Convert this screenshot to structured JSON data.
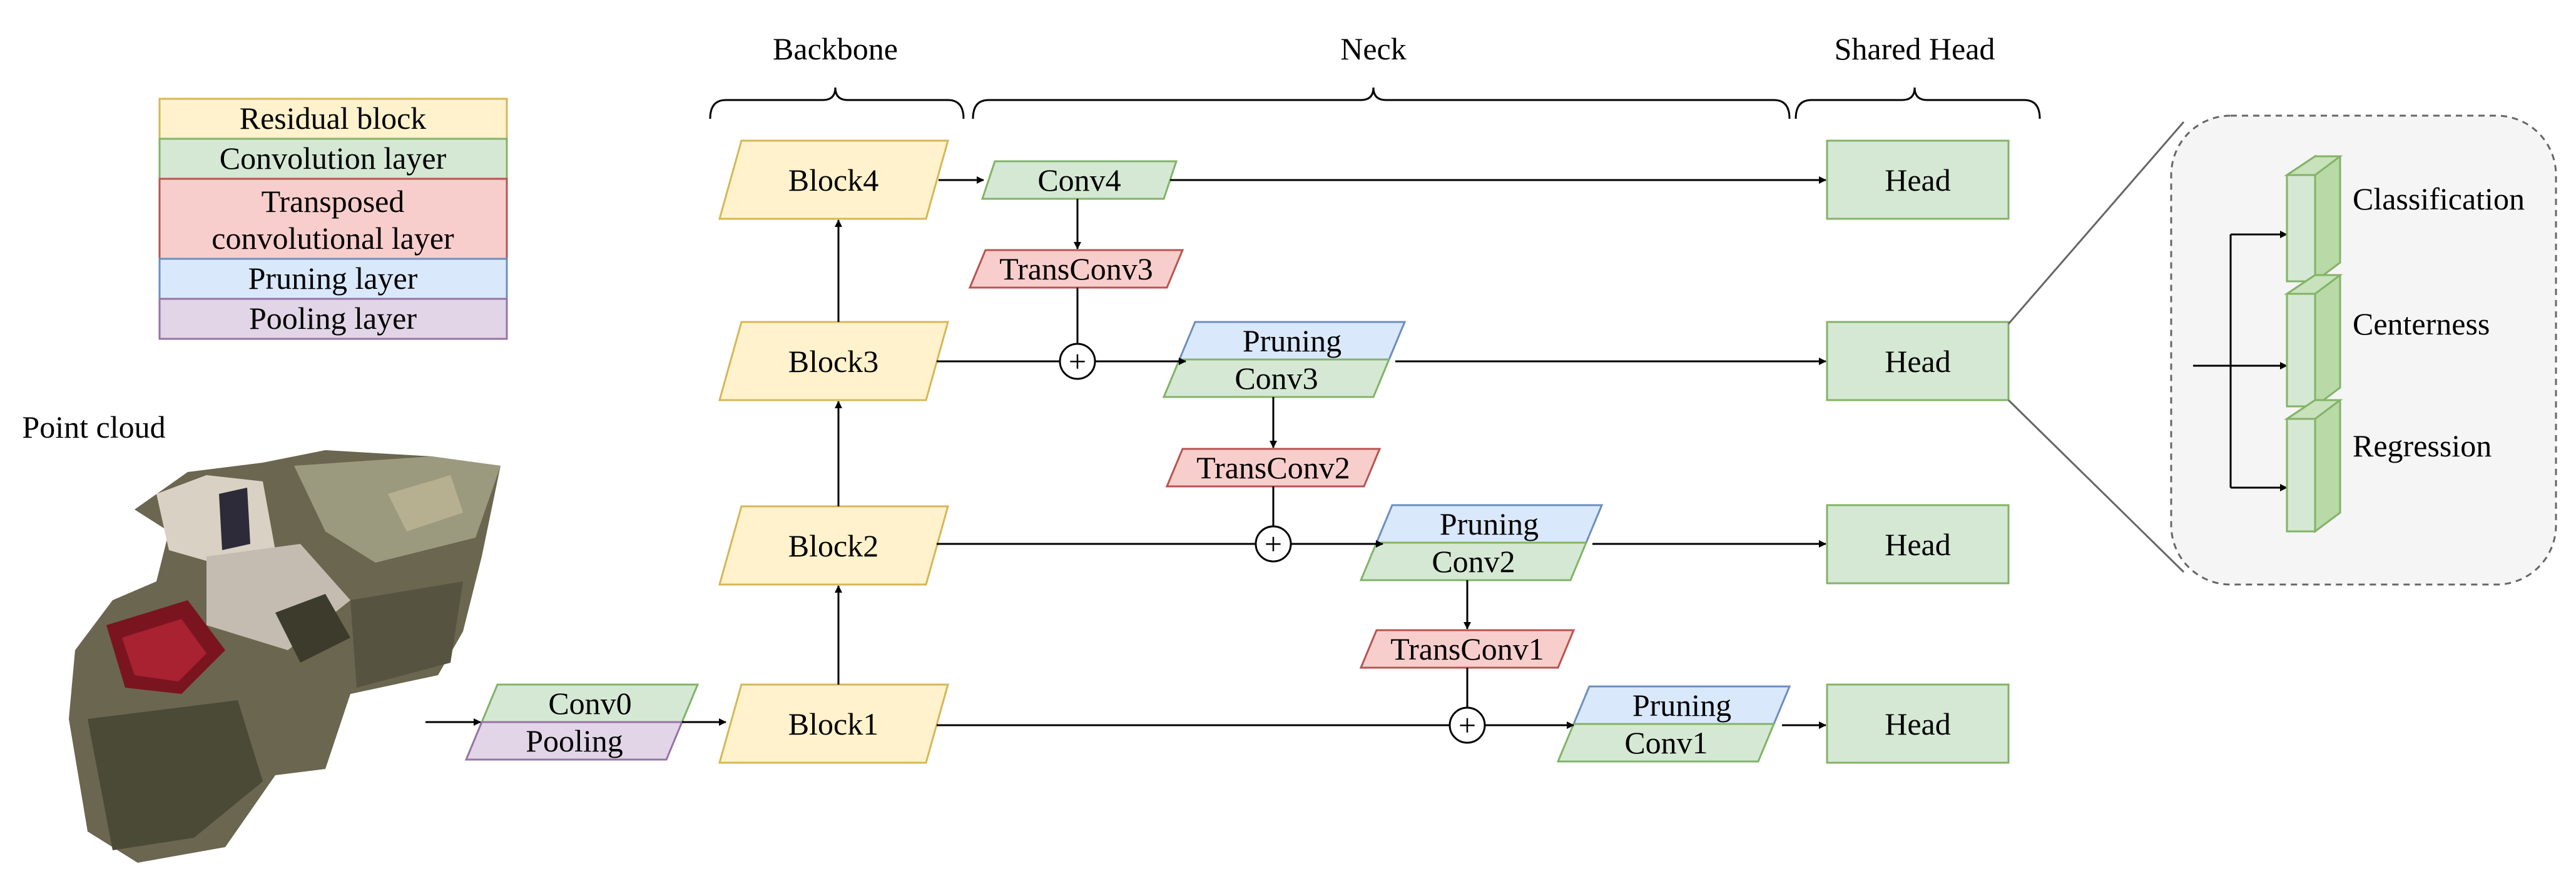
{
  "colors": {
    "residual_fill": "#fff2cc",
    "residual_stroke": "#d6b656",
    "conv_fill": "#d5e8d4",
    "conv_stroke": "#82b366",
    "trans_fill": "#f8cecc",
    "trans_stroke": "#b85450",
    "prune_fill": "#dae8fc",
    "prune_stroke": "#6c8ebf",
    "pool_fill": "#e1d5e7",
    "pool_stroke": "#9673a6",
    "zoom_fill": "#f5f5f5",
    "zoom_stroke": "#666666"
  },
  "legend": {
    "residual": "Residual block",
    "convolution": "Convolution layer",
    "transposed_line1": "Transposed",
    "transposed_line2": "convolutional layer",
    "pruning": "Pruning layer",
    "pooling": "Pooling layer"
  },
  "sections": {
    "backbone": "Backbone",
    "neck": "Neck",
    "shared_head": "Shared Head"
  },
  "input": {
    "label": "Point cloud"
  },
  "stem": {
    "conv": "Conv0",
    "pool": "Pooling"
  },
  "backbone": {
    "block1": "Block1",
    "block2": "Block2",
    "block3": "Block3",
    "block4": "Block4"
  },
  "neck": {
    "conv4": "Conv4",
    "transconv3": "TransConv3",
    "pruning3": "Pruning",
    "conv3": "Conv3",
    "transconv2": "TransConv2",
    "pruning2": "Pruning",
    "conv2": "Conv2",
    "transconv1": "TransConv1",
    "pruning1": "Pruning",
    "conv1": "Conv1",
    "sum_symbol": "+"
  },
  "heads": {
    "head": "Head"
  },
  "head_detail": {
    "classification": "Classification",
    "centerness": "Centerness",
    "regression": "Regression"
  }
}
